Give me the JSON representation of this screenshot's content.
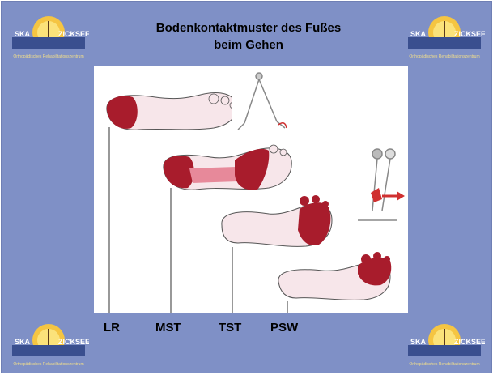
{
  "slide": {
    "title_line1": "Bodenkontaktmuster des Fußes",
    "title_line2": "beim Gehen"
  },
  "logo": {
    "brand_left": "SKA",
    "brand_right": "ZICKSEE",
    "subtitle": "Orthopädisches Rehabilitationszentrum"
  },
  "phases": {
    "lr": "LR",
    "mst": "MST",
    "tst": "TST",
    "psw": "PSW"
  },
  "colors": {
    "background": "#7f90c6",
    "foot_fill": "#f7e6ea",
    "contact": "#a81c2c",
    "arrow": "#d03030"
  }
}
